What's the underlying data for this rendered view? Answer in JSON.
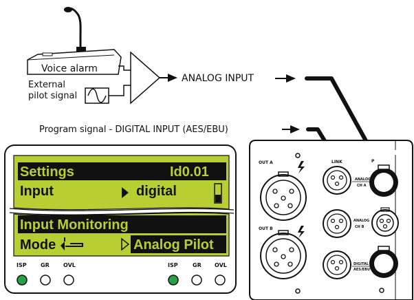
{
  "source": {
    "voice_alarm": "Voice alarm",
    "external_line1": "External",
    "external_line2": "pilot signal"
  },
  "signals": {
    "analog_input": "ANALOG INPUT",
    "digital_input": "Program signal - DIGITAL INPUT (AES/EBU)"
  },
  "display": {
    "row1_left": "Settings",
    "row1_right": "Id0.01",
    "row2_left": "Input",
    "row2_right": "digital",
    "row3": "Input Monitoring",
    "row4_left": "Mode",
    "row4_right": "Analog Pilot",
    "lcd_color": "#b8cf34",
    "leds_left": [
      "ISP",
      "GR",
      "OVL"
    ],
    "leds_right": [
      "ISP",
      "GR",
      "OVL"
    ],
    "isp_led_color": "#27a046"
  },
  "panel": {
    "out_a": "OUT A",
    "out_b": "OUT B",
    "link": "LINK",
    "analog_line1": "ANALOG",
    "analog_line2": "CH A",
    "analog_b_line1": "ANALOG",
    "analog_b_line2": "CH B",
    "digital_line1": "DIGITAL",
    "digital_line2": "AES/EBU",
    "top_right": "P"
  },
  "icons": [
    "microphone-icon",
    "sine-wave-icon",
    "amplifier-triangle-icon",
    "arrow-right-icon",
    "lightning-icon",
    "return-arrow-icon",
    "play-triangle-icon"
  ]
}
